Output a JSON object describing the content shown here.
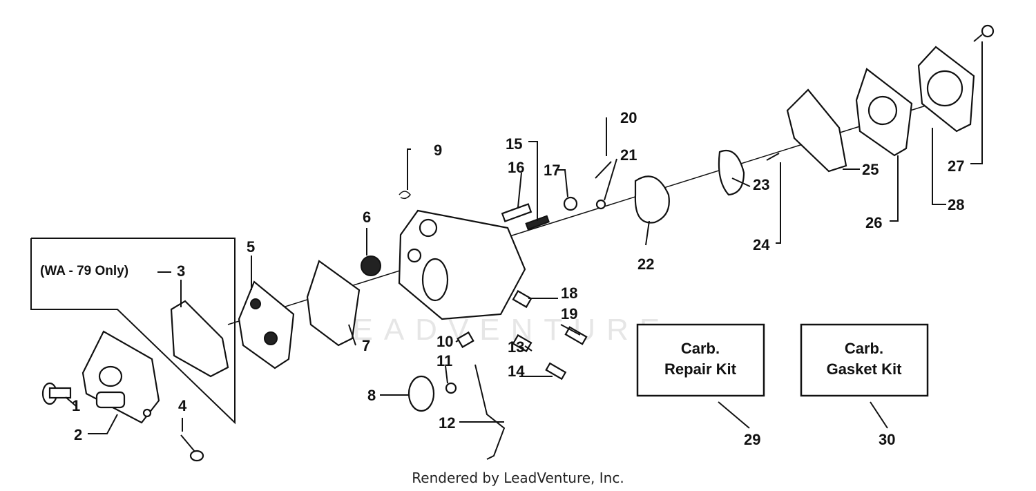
{
  "diagram": {
    "callouts": [
      "1",
      "2",
      "3",
      "5",
      "4",
      "6",
      "7",
      "8",
      "9",
      "10",
      "11",
      "12",
      "13",
      "14",
      "15",
      "16",
      "17",
      "18",
      "19",
      "20",
      "21",
      "22",
      "23",
      "24",
      "25",
      "26",
      "27",
      "28",
      "29",
      "30"
    ],
    "note": "(WA - 79 Only)",
    "kits": [
      {
        "line1": "Carb.",
        "line2": "Repair Kit",
        "number": "29"
      },
      {
        "line1": "Carb.",
        "line2": "Gasket Kit",
        "number": "30"
      }
    ],
    "watermark": "LEADVENTURE"
  },
  "footer": "Rendered by LeadVenture, Inc."
}
